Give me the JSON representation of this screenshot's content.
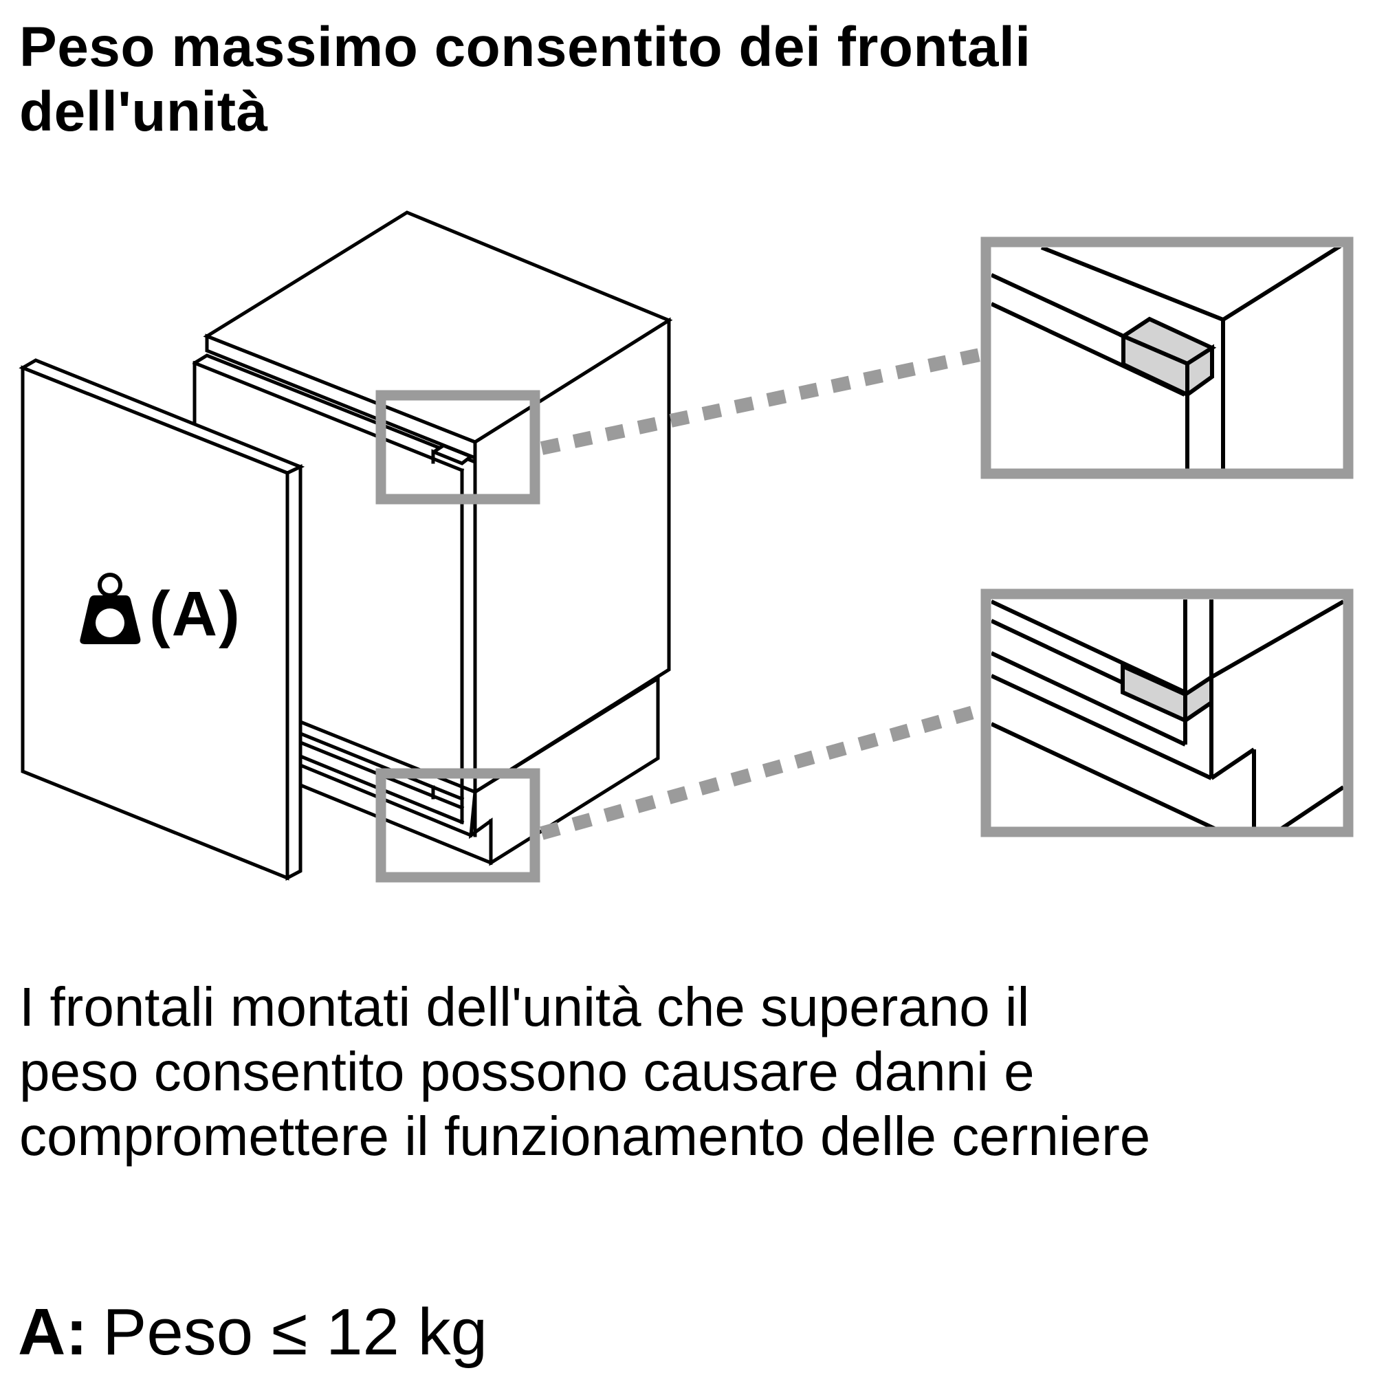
{
  "title": {
    "lines": [
      "Peso massimo consentito dei frontali",
      "dell'unità"
    ]
  },
  "diagram": {
    "weight_icon": "weight-icon",
    "weight_label": "(A)",
    "highlight_color": "#9b9b9b",
    "detail_fill_color": "#d3d3d3",
    "line_color": "#000000",
    "callouts": [
      {
        "name": "top-hinge-detail"
      },
      {
        "name": "bottom-hinge-detail"
      }
    ]
  },
  "body": {
    "lines": [
      "I frontali montati dell'unità che superano il",
      "peso consentito possono causare danni e",
      "compromettere il funzionamento delle cerniere"
    ]
  },
  "legend": {
    "key": "A:",
    "value": "Peso ≤ 12 kg"
  }
}
